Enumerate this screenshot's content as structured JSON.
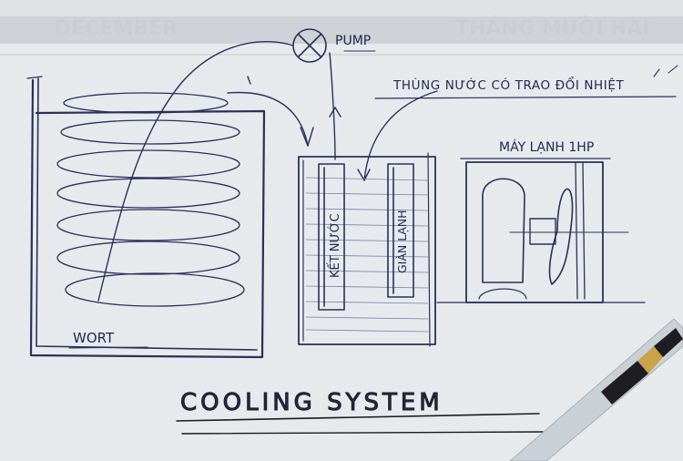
{
  "background_calendar": {
    "left_month": "DECEMBER",
    "right_month": "THÁNG MƯỜI HAI"
  },
  "labels": {
    "pump": "PUMP",
    "reservoir_note": "THÙNG NƯỚC CÓ TRAO ĐỔI NHIỆT",
    "ac_unit": "MÁY LẠNH 1HP",
    "condenser": "KẾT NƯỚC",
    "evaporator": "GIÀN LẠNH",
    "wort": "WORT",
    "title": "COOLING SYSTEM"
  },
  "colors": {
    "paper": "#e9ecef",
    "ink": "#2a2f5a",
    "dark_ink": "#1a1a1f"
  }
}
